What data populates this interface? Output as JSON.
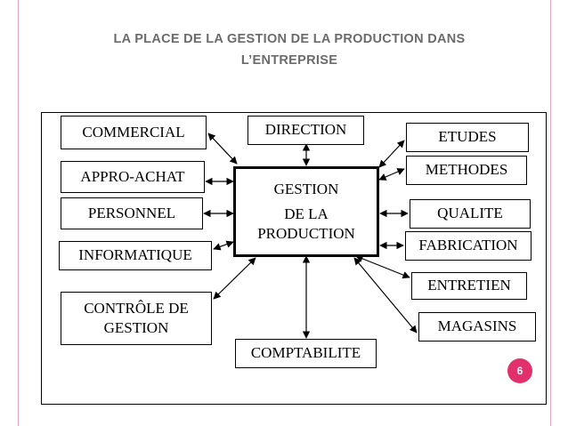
{
  "title": {
    "line1": "LA PLACE DE LA GESTION DE LA PRODUCTION DANS",
    "line2": "L’ENTREPRISE"
  },
  "center": {
    "line1": "GESTION",
    "line2": "DE LA",
    "line3": "PRODUCTION"
  },
  "boxes": {
    "commercial": "COMMERCIAL",
    "appro_achat": "APPRO-ACHAT",
    "personnel": "PERSONNEL",
    "informatique": "INFORMATIQUE",
    "controle_line1": "CONTRÔLE DE",
    "controle_line2": "GESTION",
    "direction": "DIRECTION",
    "comptabilite": "COMPTABILITE",
    "etudes": "ETUDES",
    "methodes": "METHODES",
    "qualite": "QUALITE",
    "fabrication": "FABRICATION",
    "entretien": "ENTRETIEN",
    "magasins": "MAGASINS"
  },
  "page_number": "6",
  "colors": {
    "accent": "#e1306c",
    "frame": "#e8a6c6",
    "title": "#6b6b6b"
  }
}
